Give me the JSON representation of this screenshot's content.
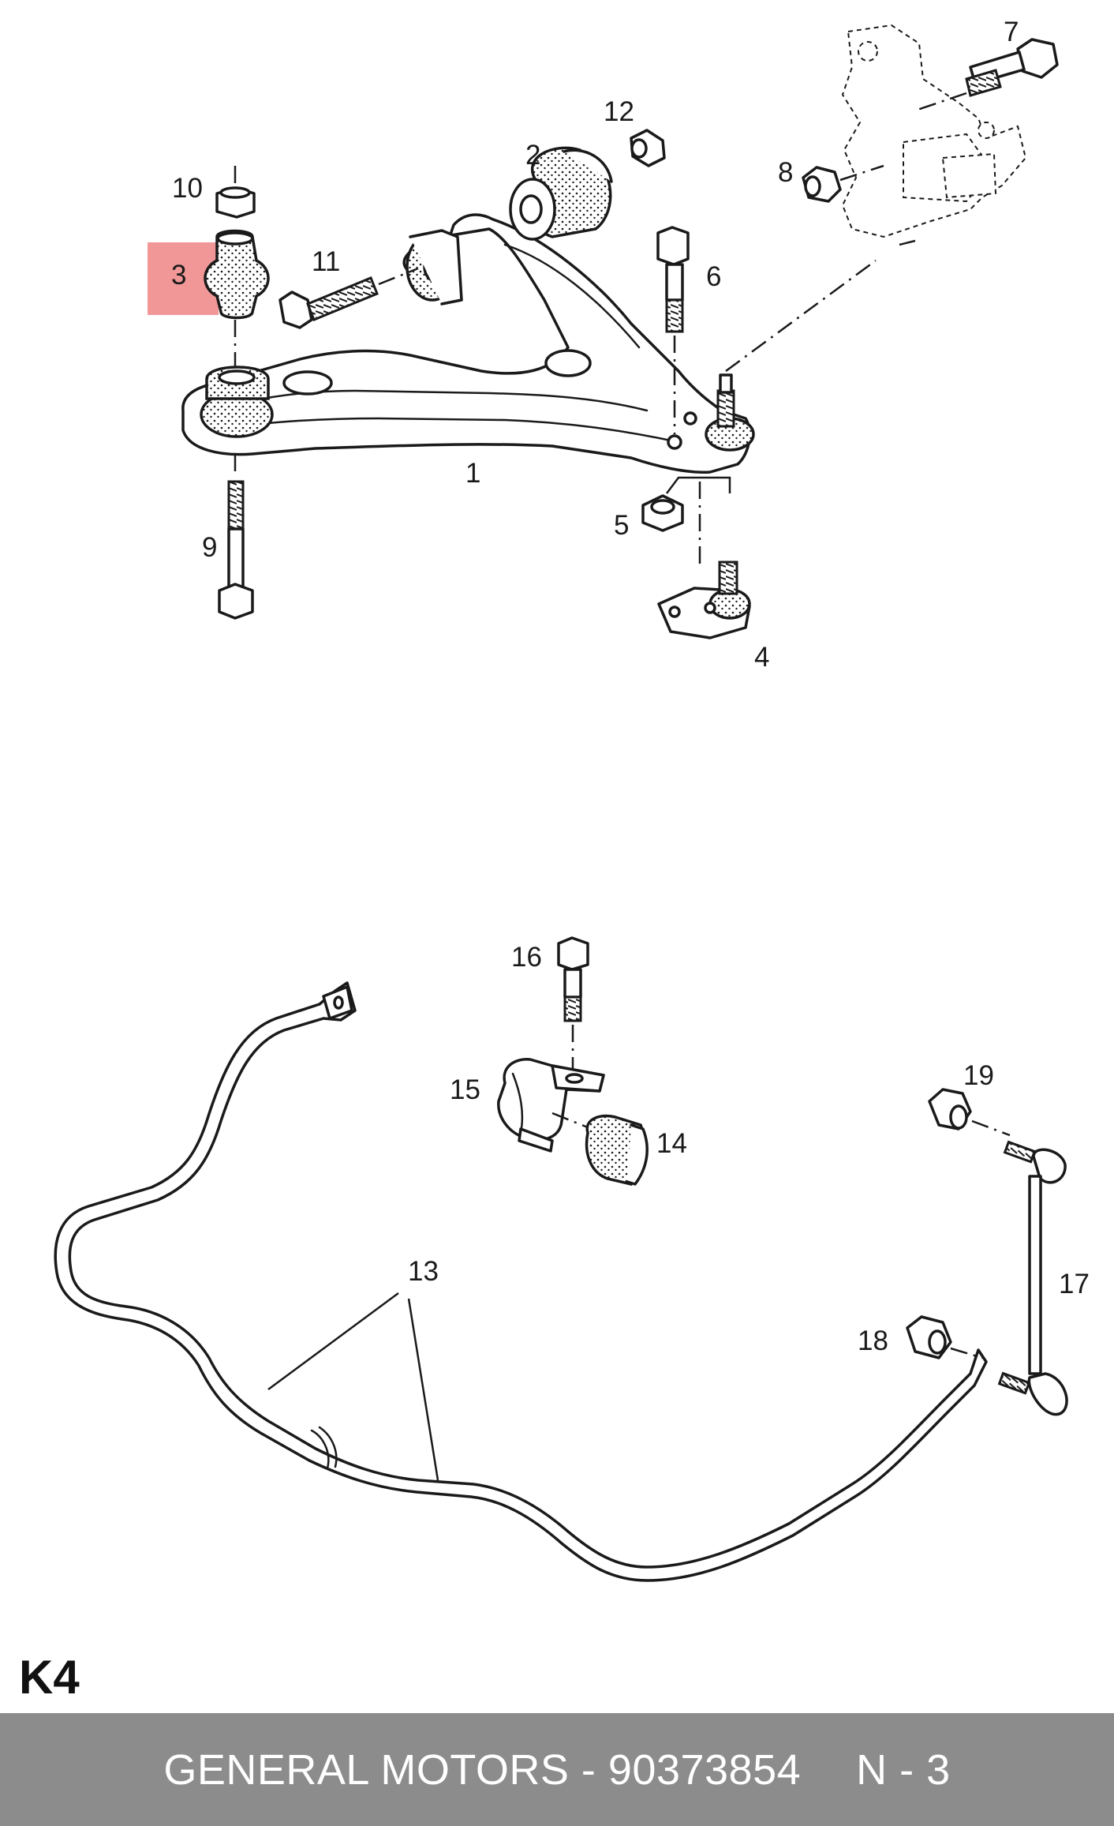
{
  "diagram": {
    "callouts": {
      "c1": "1",
      "c2": "2",
      "c3": "3",
      "c4": "4",
      "c5": "5",
      "c6": "6",
      "c7": "7",
      "c8": "8",
      "c9": "9",
      "c10": "10",
      "c11": "11",
      "c12": "12",
      "c13": "13",
      "c14": "14",
      "c15": "15",
      "c16": "16",
      "c17": "17",
      "c18": "18",
      "c19": "19"
    },
    "highlight_color": "#f08c8c",
    "highlighted_part": "3"
  },
  "page_code": "K4",
  "footer": {
    "brand_part": "GENERAL MOTORS - 90373854",
    "page": "N - 3"
  }
}
